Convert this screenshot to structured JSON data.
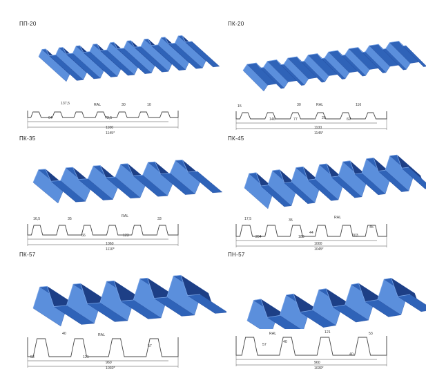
{
  "panels": [
    {
      "title": "ПП-20",
      "dims": [
        "137,5",
        "RAL",
        "30",
        "10",
        "64",
        "73,5",
        "1100",
        "1145*"
      ]
    },
    {
      "title": "ПК-20",
      "dims": [
        "15",
        "30",
        "RAL",
        "116",
        "146",
        "77",
        "20",
        "69",
        "1100",
        "1145*"
      ]
    },
    {
      "title": "ПК-35",
      "dims": [
        "16,5",
        "35",
        "RAL",
        "33",
        "66",
        "123",
        "1060",
        "1110*"
      ]
    },
    {
      "title": "ПК-45",
      "dims": [
        "17,5",
        "35",
        "RAL",
        "204",
        "188",
        "44",
        "103",
        "45",
        "1000",
        "1045*"
      ]
    },
    {
      "title": "ПК-57",
      "dims": [
        "40",
        "RAL",
        "53",
        "121",
        "57",
        "960",
        "1030*"
      ]
    },
    {
      "title": "ПН-57",
      "dims": [
        "121",
        "53",
        "RAL",
        "57",
        "40",
        "40",
        "960",
        "1030*"
      ]
    }
  ],
  "colors": {
    "sheet_fill": "#2f63b8",
    "sheet_light": "#5b8fdc",
    "sheet_dark": "#1d3f86",
    "line": "#444444"
  }
}
